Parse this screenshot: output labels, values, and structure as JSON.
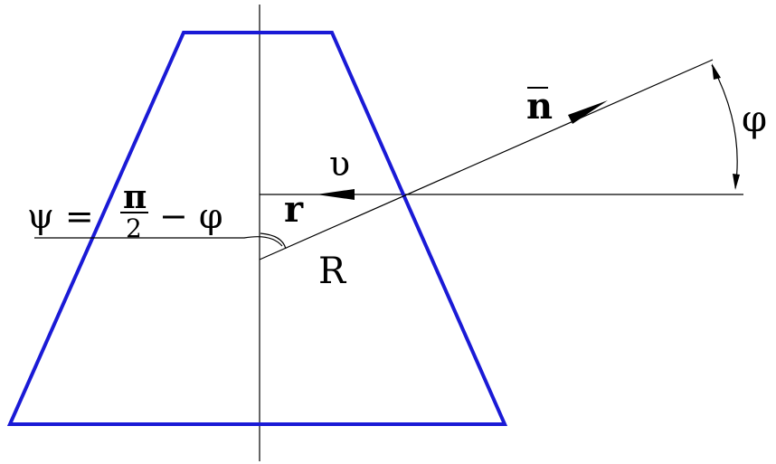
{
  "colors": {
    "trapezoid": "#1a1ad6",
    "lines": "#000000",
    "background": "#ffffff"
  },
  "labels": {
    "n_vector": "n",
    "phi_angle": "φ",
    "upsilon": "υ",
    "r": "r",
    "R": "R",
    "psi_lhs": "ψ =",
    "pi": "π",
    "two": "2",
    "minus_phi": "− φ"
  }
}
